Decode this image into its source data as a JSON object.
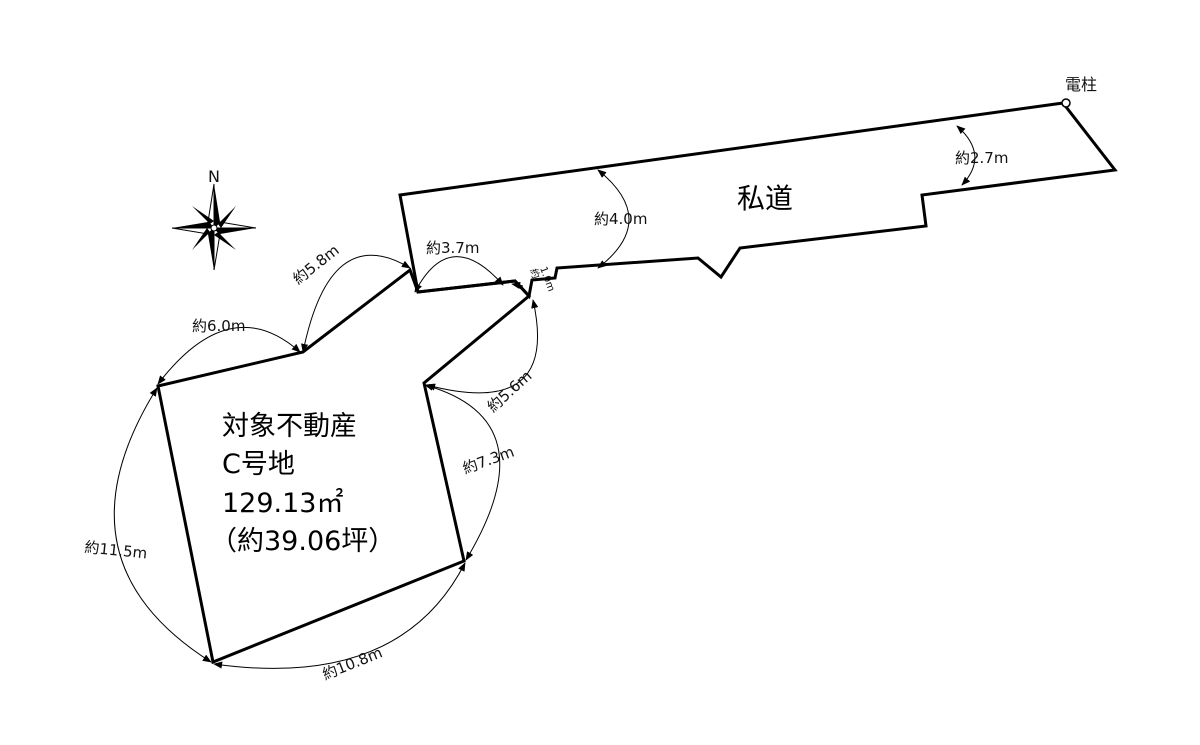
{
  "compass": {
    "north_label": "N"
  },
  "utility_pole_label": "電柱",
  "road": {
    "label": "私道"
  },
  "property": {
    "title": "対象不動産",
    "lot": "C号地",
    "area_sqm": "129.13㎡",
    "area_tsubo": "（約39.06坪）"
  },
  "dimensions": {
    "road_width_east": "約2.7m",
    "road_width_mid": "約4.0m",
    "frontage_west": "約3.7m",
    "frontage_small_1": "約",
    "frontage_small_2": "1.0m",
    "edge_nw_upper": "約5.8m",
    "edge_nw_lower": "約6.0m",
    "edge_west": "約11.5m",
    "edge_south": "約10.8m",
    "edge_east_lower": "約7.3m",
    "edge_east_upper": "約5.6m"
  }
}
